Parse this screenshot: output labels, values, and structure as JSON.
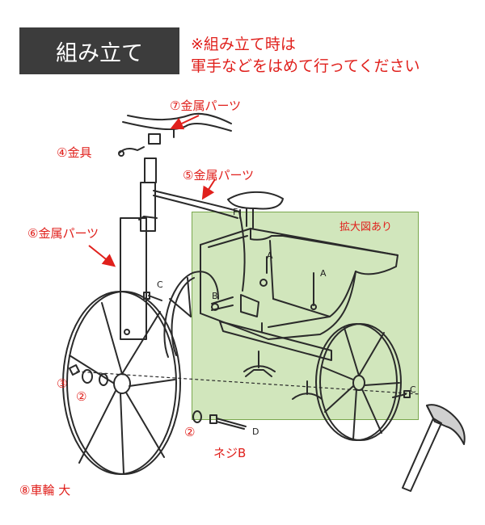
{
  "header": {
    "title": "組み立て",
    "note_line1": "※組み立て時は",
    "note_line2": "軍手などをはめて行ってください"
  },
  "zoom_label": "拡大図あり",
  "labels": {
    "part7": "⑦金属パーツ",
    "part4": "④金具",
    "part5": "⑤金属パーツ",
    "part6": "⑥金属パーツ",
    "part3": "③",
    "part2a": "②",
    "part2b": "②",
    "screw": "ネジB",
    "wheel": "⑧車輪 大"
  },
  "letters": {
    "a1": "A",
    "a2": "A",
    "b": "B",
    "c1": "C",
    "c2": "C",
    "d": "D",
    "f": "F"
  },
  "colors": {
    "accent_red": "#e0201c",
    "title_bg": "#3c3c3c",
    "zoom_fill": "#87be50"
  }
}
